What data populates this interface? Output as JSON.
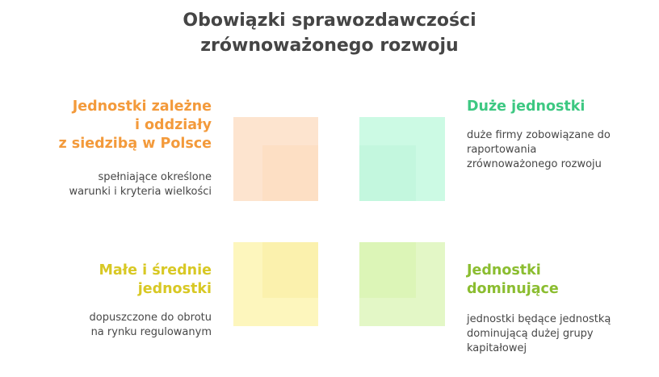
{
  "title": {
    "line1": "Obowiązki sprawozdawczości",
    "line2": "zrównoważonego rozwoju"
  },
  "quadrants": {
    "top_left": {
      "heading": [
        "Jednostki zależne",
        "i oddziały",
        "z siedzibą w Polsce"
      ],
      "description": [
        "spełniające określone",
        "warunki i kryteria wielkości"
      ],
      "color": "#f39a3b",
      "outer_fill": "#fde4cf",
      "inner_fill": "#fddfc4"
    },
    "top_right": {
      "heading": [
        "Duże jednostki"
      ],
      "description": [
        "duże firmy zobowiązane do",
        "raportowania",
        "zrównoważonego rozwoju"
      ],
      "color": "#3dc882",
      "outer_fill": "#ccfae4",
      "inner_fill": "#c3f7de"
    },
    "bottom_left": {
      "heading": [
        "Małe i średnie",
        "jednostki"
      ],
      "description": [
        "dopuszczone do obrotu",
        "na rynku regulowanym"
      ],
      "color": "#d8c824",
      "outer_fill": "#fdf6bd",
      "inner_fill": "#fbf1ad"
    },
    "bottom_right": {
      "heading": [
        "Jednostki",
        "dominujące"
      ],
      "description": [
        "jednostki będące jednostką",
        "dominującą dużej grupy",
        "kapitałowej"
      ],
      "color": "#8bbd30",
      "outer_fill": "#e3f7c6",
      "inner_fill": "#dcf5b7"
    }
  }
}
